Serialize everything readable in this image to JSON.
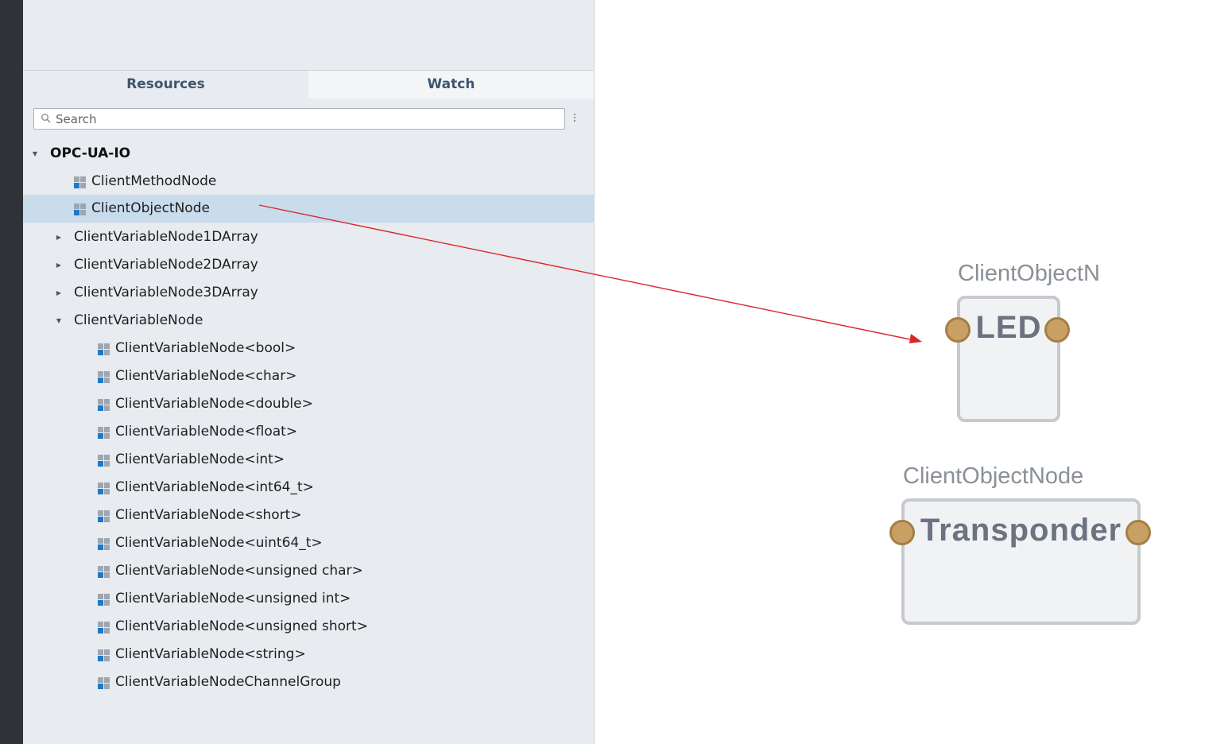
{
  "tabs": {
    "resources": "Resources",
    "watch": "Watch"
  },
  "search": {
    "placeholder": "Search"
  },
  "tree": {
    "root": "OPC-UA-IO",
    "items": [
      "ClientMethodNode",
      "ClientObjectNode",
      "ClientVariableNode1DArray",
      "ClientVariableNode2DArray",
      "ClientVariableNode3DArray",
      "ClientVariableNode"
    ],
    "children": [
      "ClientVariableNode<bool>",
      "ClientVariableNode<char>",
      "ClientVariableNode<double>",
      "ClientVariableNode<float>",
      "ClientVariableNode<int>",
      "ClientVariableNode<int64_t>",
      "ClientVariableNode<short>",
      "ClientVariableNode<uint64_t>",
      "ClientVariableNode<unsigned char>",
      "ClientVariableNode<unsigned int>",
      "ClientVariableNode<unsigned short>",
      "ClientVariableNode<string>",
      "ClientVariableNodeChannelGroup"
    ]
  },
  "canvas": {
    "block1": {
      "caption": "ClientObjectN",
      "title": "LED"
    },
    "block2": {
      "caption": "ClientObjectNode",
      "title": "Transponder"
    }
  },
  "colors": {
    "selection": "#c8dcec",
    "port": "#c9a064",
    "arrow": "#d9262c",
    "tab_text": "#3e5570"
  }
}
